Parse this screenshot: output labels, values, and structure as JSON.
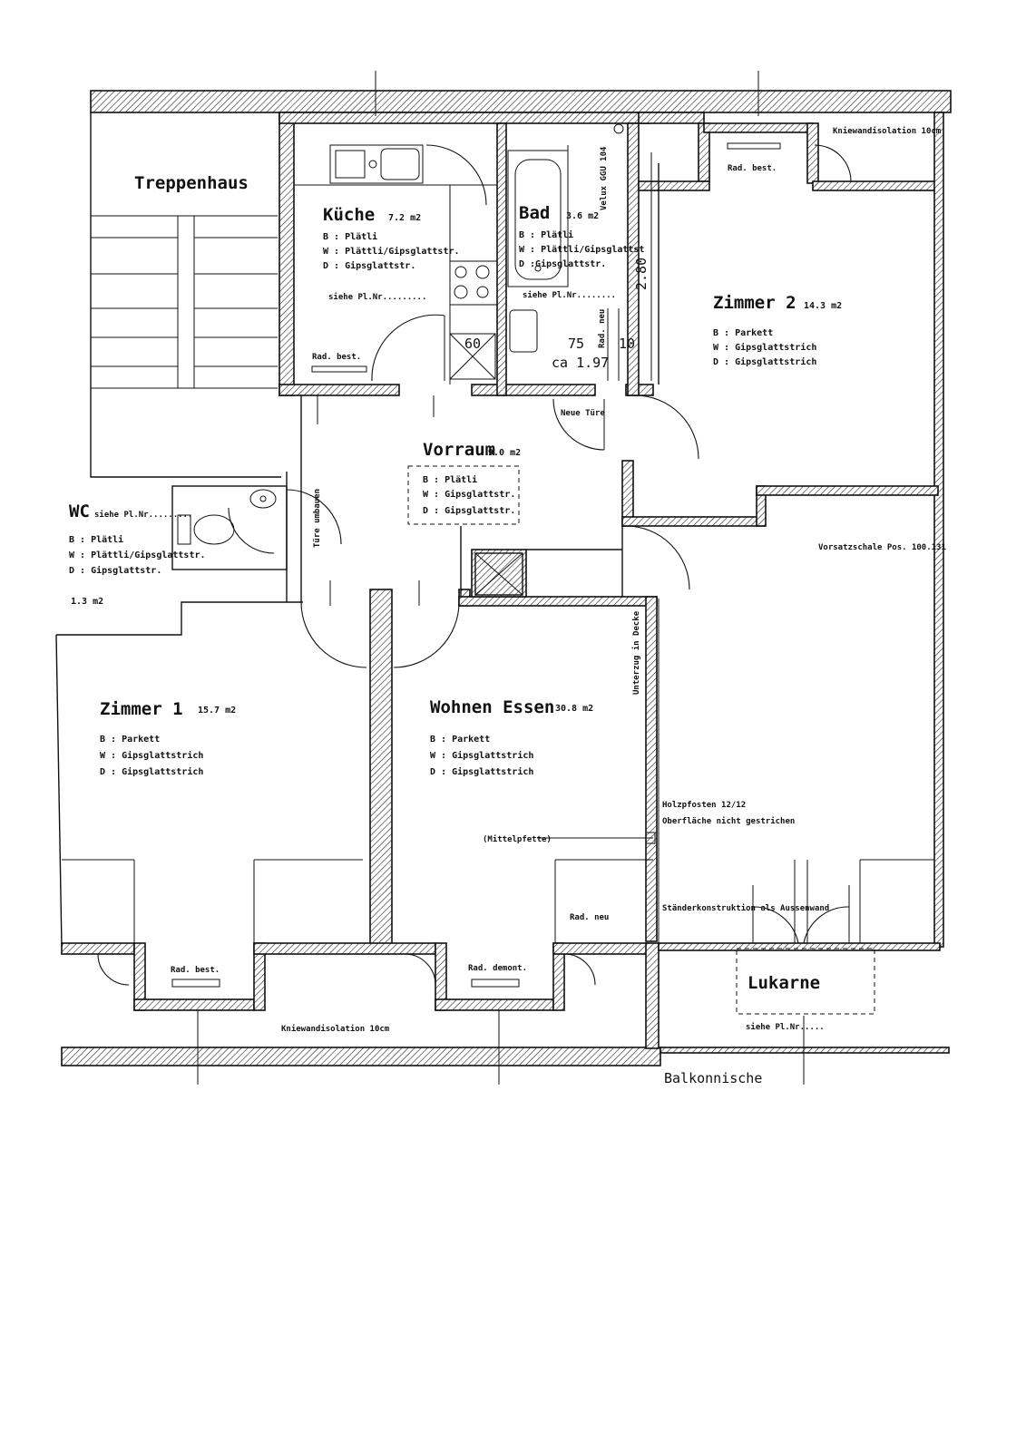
{
  "rooms": {
    "treppenhaus": {
      "name": "Treppenhaus"
    },
    "kueche": {
      "name": "Küche",
      "area": "7.2 m2",
      "b": "B : Plätli",
      "w": "W : Plättli/Gipsglattstr.",
      "d": "D : Gipsglattstr.",
      "ref": "siehe Pl.Nr.........",
      "rad": "Rad. best."
    },
    "bad": {
      "name": "Bad",
      "area": "3.6 m2",
      "b": "B : Plätli",
      "w": "W : Plättli/Gipsglattst",
      "d": "D :Gipsglattstr.",
      "ref": "siehe Pl.Nr........"
    },
    "zimmer2": {
      "name": "Zimmer 2",
      "area": "14.3 m2",
      "b": "B : Parkett",
      "w": "W : Gipsglattstrich",
      "d": "D : Gipsglattstrich",
      "rad": "Rad. best."
    },
    "vorraum": {
      "name": "Vorraum",
      "area": "9.0 m2",
      "b": "B : Plätli",
      "w": "W : Gipsglattstr.",
      "d": "D : Gipsglattstr."
    },
    "wc": {
      "name": "WC",
      "ref": "siehe Pl.Nr.........",
      "b": "B : Plätli",
      "w": "W : Plättli/Gipsglattstr.",
      "d": "D : Gipsglattstr.",
      "area": "1.3 m2"
    },
    "zimmer1": {
      "name": "Zimmer 1",
      "area": "15.7 m2",
      "b": "B : Parkett",
      "w": "W : Gipsglattstrich",
      "d": "D : Gipsglattstrich",
      "rad": "Rad. best."
    },
    "wohnen": {
      "name": "Wohnen Essen",
      "area": "30.8 m2",
      "b": "B : Parkett",
      "w": "W : Gipsglattstrich",
      "d": "D : Gipsglattstrich",
      "rad_demont": "Rad. demont.",
      "rad_neu": "Rad. neu"
    }
  },
  "annotations": {
    "kniewand_top": "Kniewandisolation 10cm",
    "kniewand_bottom": "Kniewandisolation 10cm",
    "velux": "Velux GGU 104",
    "dim_280": "2.80",
    "dim_60": "60",
    "dim_75": "75",
    "dim_10": "10",
    "dim_ca": "ca 1.97",
    "neue_tuere": "Neue Türe",
    "tuere_umbauen": "Türe umbauen",
    "rad_neu_bad": "Rad. neu",
    "vorsatzschale": "Vorsatzschale Pos. 100.131",
    "unterzug": "Unterzug in Decke",
    "holzpfosten": "Holzpfosten 12/12",
    "oberflaeche": "Oberfläche nicht gestrichen",
    "mittelpfette": "(Mittelpfette)",
    "staender": "Ständerkonstruktion als Aussenwand",
    "lukarne": "Lukarne",
    "lukarne_ref": "siehe Pl.Nr.....",
    "balkonnische": "Balkonnische"
  }
}
